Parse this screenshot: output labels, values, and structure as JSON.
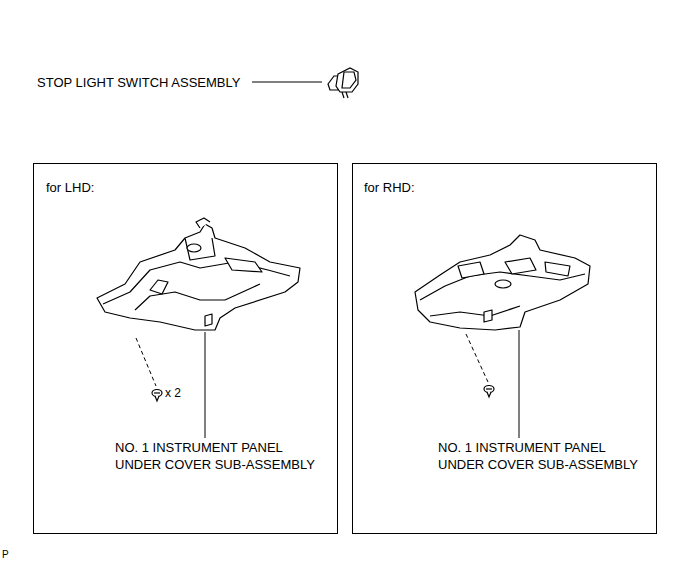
{
  "diagram": {
    "nodes": [
      {
        "text": [
          "for LHD:"
        ]
      },
      {
        "text": [
          "for RHD:"
        ]
      }
    ],
    "labels": [
      "STOP LIGHT SWITCH ASSEMBLY",
      "x 2",
      "NO. 1 INSTRUMENT PANEL UNDER COVER SUB-ASSEMBLY",
      "NO. 1 INSTRUMENT PANEL UNDER COVER SUB-ASSEMBLY",
      "P"
    ]
  }
}
